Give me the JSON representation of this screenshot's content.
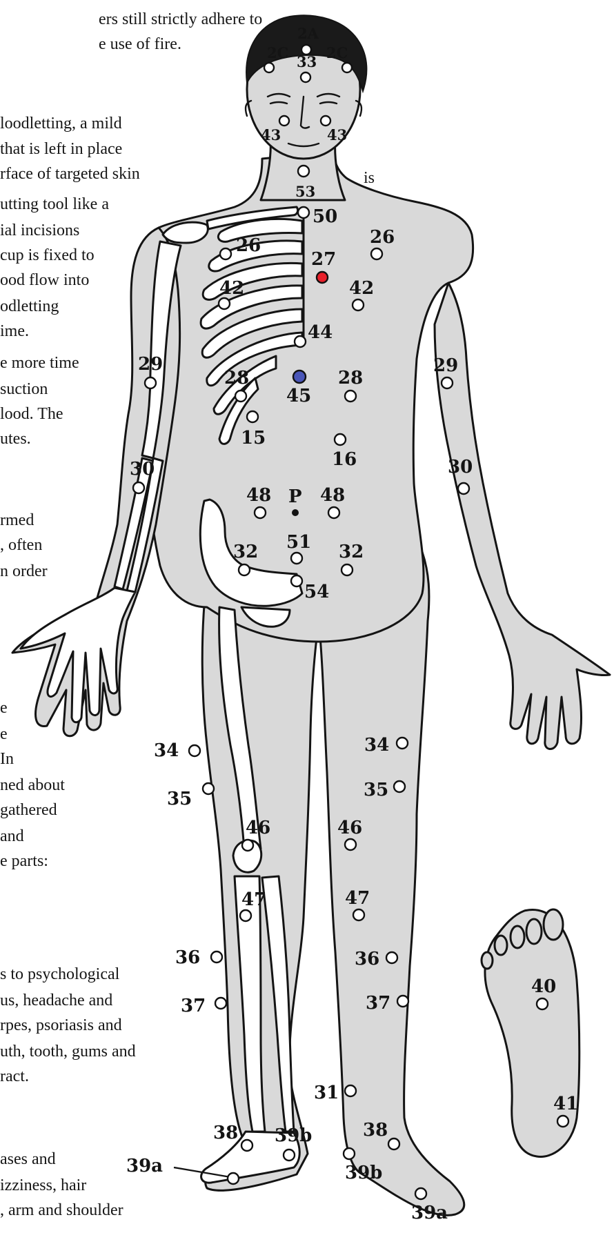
{
  "page": {
    "background": "#ffffff",
    "figure_fill": "#d9d9d9",
    "outline_color": "#141414",
    "bone_fill": "#ffffff"
  },
  "article": {
    "lines": [
      "ers still strictly adhere to",
      "e use of fire.",
      "loodletting, a mild",
      "that is left in place",
      "rface of targeted skin",
      "is",
      "utting tool like a",
      "ial incisions",
      "cup is fixed to",
      "ood flow into",
      "odletting",
      "ime.",
      "e more time",
      "suction",
      "lood. The",
      "utes.",
      "rmed",
      ", often",
      "n order",
      "e",
      "e",
      "In",
      "ned about",
      "gathered",
      "and",
      "e parts:",
      "s to psychological",
      "us, headache and",
      "rpes, psoriasis and",
      "uth, tooth, gums and",
      "ract.",
      "ases and",
      "izziness, hair",
      ", arm and shoulder"
    ]
  },
  "points": [
    {
      "label": "2A",
      "color": "#ffffff"
    },
    {
      "label": "2C",
      "color": "#ffffff"
    },
    {
      "label": "2C",
      "color": "#ffffff"
    },
    {
      "label": "33",
      "color": "#ffffff"
    },
    {
      "label": "43",
      "color": "#ffffff"
    },
    {
      "label": "43",
      "color": "#ffffff"
    },
    {
      "label": "53",
      "color": "#ffffff"
    },
    {
      "label": "50",
      "color": "#ffffff"
    },
    {
      "label": "26",
      "color": "#ffffff"
    },
    {
      "label": "26",
      "color": "#ffffff"
    },
    {
      "label": "27",
      "color": "#e8202a"
    },
    {
      "label": "42",
      "color": "#ffffff"
    },
    {
      "label": "42",
      "color": "#ffffff"
    },
    {
      "label": "44",
      "color": "#ffffff"
    },
    {
      "label": "29",
      "color": "#ffffff"
    },
    {
      "label": "29",
      "color": "#ffffff"
    },
    {
      "label": "28",
      "color": "#ffffff"
    },
    {
      "label": "45",
      "color": "#4a56b8"
    },
    {
      "label": "28",
      "color": "#ffffff"
    },
    {
      "label": "15",
      "color": "#ffffff"
    },
    {
      "label": "16",
      "color": "#ffffff"
    },
    {
      "label": "30",
      "color": "#ffffff"
    },
    {
      "label": "30",
      "color": "#ffffff"
    },
    {
      "label": "48",
      "color": "#ffffff"
    },
    {
      "label": "P",
      "color": "#141414"
    },
    {
      "label": "48",
      "color": "#ffffff"
    },
    {
      "label": "51",
      "color": "#ffffff"
    },
    {
      "label": "32",
      "color": "#ffffff"
    },
    {
      "label": "32",
      "color": "#ffffff"
    },
    {
      "label": "54",
      "color": "#ffffff"
    },
    {
      "label": "34",
      "color": "#ffffff"
    },
    {
      "label": "34",
      "color": "#ffffff"
    },
    {
      "label": "35",
      "color": "#ffffff"
    },
    {
      "label": "35",
      "color": "#ffffff"
    },
    {
      "label": "46",
      "color": "#ffffff"
    },
    {
      "label": "46",
      "color": "#ffffff"
    },
    {
      "label": "47",
      "color": "#ffffff"
    },
    {
      "label": "47",
      "color": "#ffffff"
    },
    {
      "label": "36",
      "color": "#ffffff"
    },
    {
      "label": "36",
      "color": "#ffffff"
    },
    {
      "label": "37",
      "color": "#ffffff"
    },
    {
      "label": "37",
      "color": "#ffffff"
    },
    {
      "label": "31",
      "color": "#ffffff"
    },
    {
      "label": "38",
      "color": "#ffffff"
    },
    {
      "label": "39b",
      "color": "#ffffff"
    },
    {
      "label": "38",
      "color": "#ffffff"
    },
    {
      "label": "39a",
      "color": "#ffffff"
    },
    {
      "label": "39b",
      "color": "#ffffff"
    },
    {
      "label": "39a",
      "color": "#ffffff"
    },
    {
      "label": "40",
      "color": "#ffffff"
    },
    {
      "label": "41",
      "color": "#ffffff"
    }
  ]
}
